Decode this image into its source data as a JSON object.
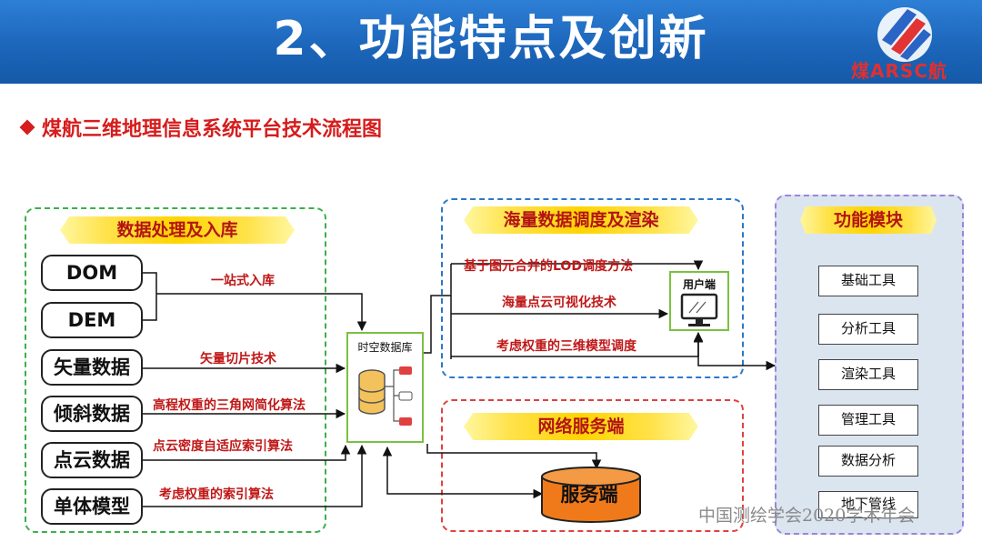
{
  "header": {
    "title": "2、功能特点及创新",
    "logo_text": "煤ARSC航"
  },
  "subtitle": "煤航三维地理信息系统平台技术流程图",
  "sections": {
    "data_processing": "数据处理及入库",
    "scheduling": "海量数据调度及渲染",
    "network": "网络服务端",
    "modules": "功能模块"
  },
  "sources": [
    "DOM",
    "DEM",
    "矢量数据",
    "倾斜数据",
    "点云数据",
    "单体模型"
  ],
  "ingest_labels": [
    "一站式入库",
    "矢量切片技术",
    "高程权重的三角网简化算法",
    "点云密度自适应索引算法",
    "考虑权重的索引算法"
  ],
  "database": "时空数据库",
  "scheduling_labels": [
    "基于图元合并的LOD调度方法",
    "海量点云可视化技术",
    "考虑权重的三维模型调度"
  ],
  "client": "用户端",
  "server": "服务端",
  "modules": [
    "基础工具",
    "分析工具",
    "渲染工具",
    "管理工具",
    "数据分析",
    "地下管线"
  ],
  "watermark": "中国测绘学会2020学术年会"
}
